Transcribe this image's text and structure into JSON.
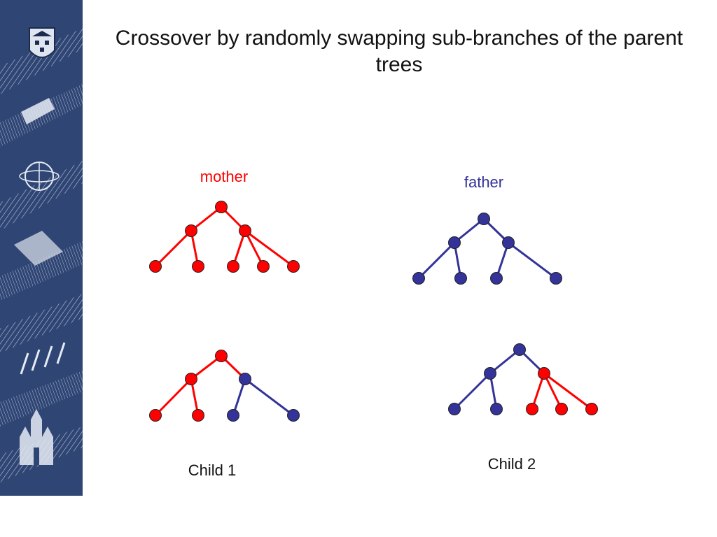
{
  "slide": {
    "title": "Crossover by randomly swapping sub-branches of the parent trees"
  },
  "colors": {
    "mother": "#ff0000",
    "father": "#333399",
    "text": "#111111",
    "sidebar": "#2f4574"
  },
  "sidebar": {
    "icon": "decorative-banner-art"
  },
  "trees": [
    {
      "id": "mother",
      "label": "mother",
      "label_color": "mother",
      "nodes": [
        {
          "id": "r",
          "color": "mother"
        },
        {
          "id": "a",
          "color": "mother"
        },
        {
          "id": "b",
          "color": "mother"
        },
        {
          "id": "a1",
          "color": "mother"
        },
        {
          "id": "a2",
          "color": "mother"
        },
        {
          "id": "b1",
          "color": "mother"
        },
        {
          "id": "b2",
          "color": "mother"
        },
        {
          "id": "b3",
          "color": "mother"
        }
      ],
      "edges": [
        {
          "from": "r",
          "to": "a",
          "color": "mother"
        },
        {
          "from": "r",
          "to": "b",
          "color": "mother"
        },
        {
          "from": "a",
          "to": "a1",
          "color": "mother"
        },
        {
          "from": "a",
          "to": "a2",
          "color": "mother"
        },
        {
          "from": "b",
          "to": "b1",
          "color": "mother"
        },
        {
          "from": "b",
          "to": "b2",
          "color": "mother"
        },
        {
          "from": "b",
          "to": "b3",
          "color": "mother"
        }
      ]
    },
    {
      "id": "father",
      "label": "father",
      "label_color": "father",
      "nodes": [
        {
          "id": "r",
          "color": "father"
        },
        {
          "id": "a",
          "color": "father"
        },
        {
          "id": "b",
          "color": "father"
        },
        {
          "id": "a1",
          "color": "father"
        },
        {
          "id": "a2",
          "color": "father"
        },
        {
          "id": "b1",
          "color": "father"
        },
        {
          "id": "b2",
          "color": "father"
        }
      ],
      "edges": [
        {
          "from": "r",
          "to": "a",
          "color": "father"
        },
        {
          "from": "r",
          "to": "b",
          "color": "father"
        },
        {
          "from": "a",
          "to": "a1",
          "color": "father"
        },
        {
          "from": "a",
          "to": "a2",
          "color": "father"
        },
        {
          "from": "b",
          "to": "b1",
          "color": "father"
        },
        {
          "from": "b",
          "to": "b2",
          "color": "father"
        }
      ]
    },
    {
      "id": "child1",
      "label": "Child 1",
      "label_color": "text",
      "nodes": [
        {
          "id": "r",
          "color": "mother"
        },
        {
          "id": "a",
          "color": "mother"
        },
        {
          "id": "b",
          "color": "father"
        },
        {
          "id": "a1",
          "color": "mother"
        },
        {
          "id": "a2",
          "color": "mother"
        },
        {
          "id": "b1",
          "color": "father"
        },
        {
          "id": "b2",
          "color": "father"
        }
      ],
      "edges": [
        {
          "from": "r",
          "to": "a",
          "color": "mother"
        },
        {
          "from": "r",
          "to": "b",
          "color": "mother"
        },
        {
          "from": "a",
          "to": "a1",
          "color": "mother"
        },
        {
          "from": "a",
          "to": "a2",
          "color": "mother"
        },
        {
          "from": "b",
          "to": "b1",
          "color": "father"
        },
        {
          "from": "b",
          "to": "b2",
          "color": "father"
        }
      ]
    },
    {
      "id": "child2",
      "label": "Child 2",
      "label_color": "text",
      "nodes": [
        {
          "id": "r",
          "color": "father"
        },
        {
          "id": "a",
          "color": "father"
        },
        {
          "id": "b",
          "color": "mother"
        },
        {
          "id": "a1",
          "color": "father"
        },
        {
          "id": "a2",
          "color": "father"
        },
        {
          "id": "b1",
          "color": "mother"
        },
        {
          "id": "b2",
          "color": "mother"
        },
        {
          "id": "b3",
          "color": "mother"
        }
      ],
      "edges": [
        {
          "from": "r",
          "to": "a",
          "color": "father"
        },
        {
          "from": "r",
          "to": "b",
          "color": "father"
        },
        {
          "from": "a",
          "to": "a1",
          "color": "father"
        },
        {
          "from": "a",
          "to": "a2",
          "color": "father"
        },
        {
          "from": "b",
          "to": "b1",
          "color": "mother"
        },
        {
          "from": "b",
          "to": "b2",
          "color": "mother"
        },
        {
          "from": "b",
          "to": "b3",
          "color": "mother"
        }
      ]
    }
  ]
}
